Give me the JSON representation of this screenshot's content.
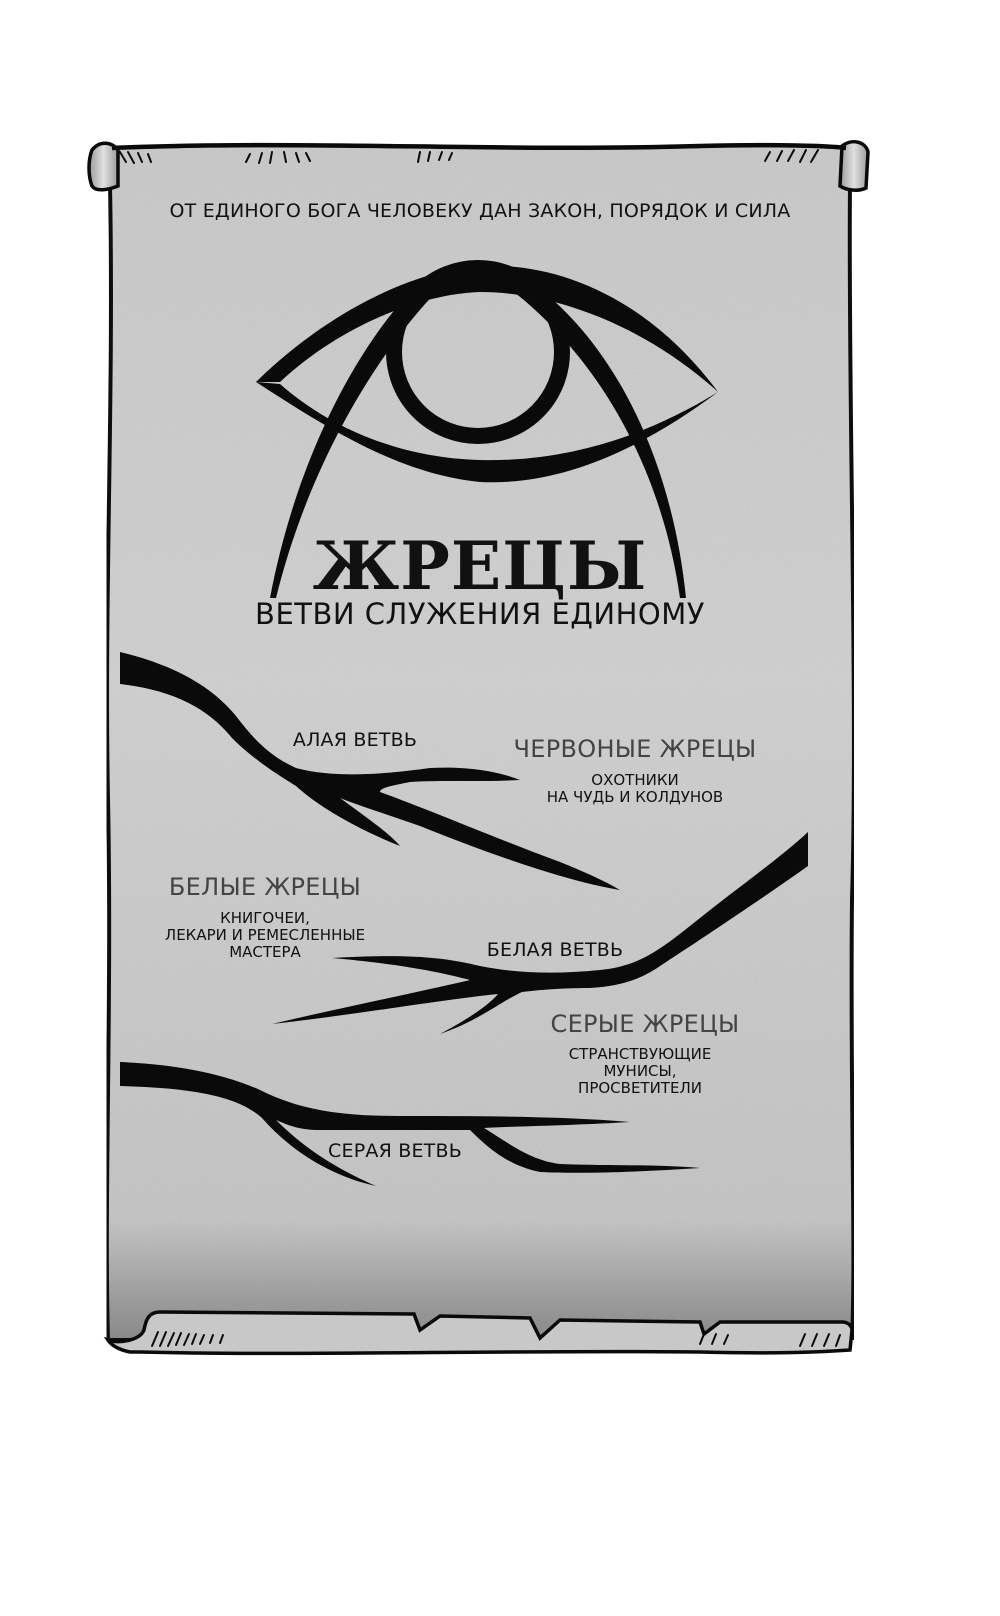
{
  "poster": {
    "motto": "ОТ ЕДИНОГО БОГА ЧЕЛОВЕКУ ДАН ЗАКОН, ПОРЯДОК И СИЛА",
    "title": "ЖРЕЦЫ",
    "subtitle": "ВЕТВИ СЛУЖЕНИЯ ЕДИНОМУ",
    "symbol": "all-seeing-eye-icon"
  },
  "branches": [
    {
      "branch_label": "АЛАЯ ВЕТВЬ",
      "order_title": "ЧЕРВОНЫЕ ЖРЕЦЫ",
      "order_desc": [
        "ОХОТНИКИ",
        "НА ЧУДЬ И КОЛДУНОВ"
      ]
    },
    {
      "branch_label": "БЕЛАЯ ВЕТВЬ",
      "order_title": "БЕЛЫЕ ЖРЕЦЫ",
      "order_desc": [
        "КНИГОЧЕИ,",
        "ЛЕКАРИ И РЕМЕСЛЕННЫЕ",
        "МАСТЕРА"
      ]
    },
    {
      "branch_label": "СЕРАЯ ВЕТВЬ",
      "order_title": "СЕРЫЕ ЖРЕЦЫ",
      "order_desc": [
        "СТРАНСТВУЮЩИЕ",
        "МУНИСЫ,",
        "ПРОСВЕТИТЕЛИ"
      ]
    }
  ],
  "colors": {
    "paper": "#cfcfcf",
    "ink": "#0a0a0a",
    "order_title": "#444444"
  }
}
